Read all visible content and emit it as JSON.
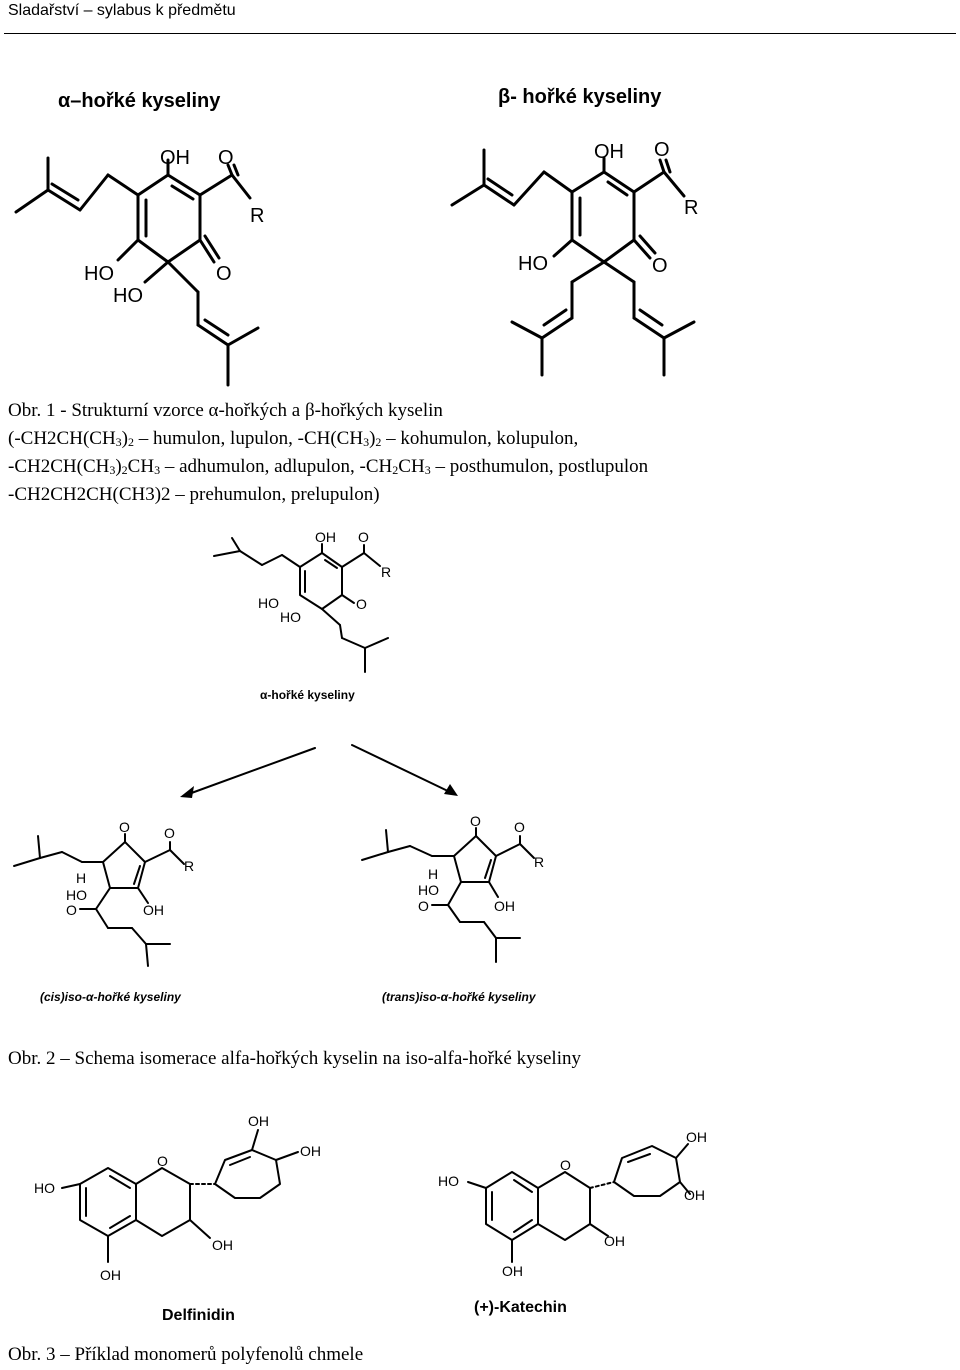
{
  "header": {
    "title": "Sladařství – sylabus k předmětu"
  },
  "figure1": {
    "alpha_title": "α–hořké kyseliny",
    "beta_title": "β- hořké kyseliny",
    "labels": {
      "oh": "OH",
      "o": "O",
      "r": "R",
      "ho": "HO"
    },
    "caption": {
      "l1": "Obr. 1 - Strukturní vzorce α-hořkých a β-hořkých kyselin",
      "l2a": "(-CH2CH(CH",
      "l2b": "3",
      "l2c": ")",
      "l2d": "2",
      "l2e": " – humulon, lupulon, -CH(CH",
      "l2f": "3",
      "l2g": ")",
      "l2h": "2",
      "l2i": " – kohumulon, kolupulon,",
      "l3a": "-CH2CH(CH",
      "l3b": "3",
      "l3c": ")",
      "l3d": "2",
      "l3e": "CH",
      "l3f": "3",
      "l3g": " – adhumulon, adlupulon, -CH",
      "l3h": "2",
      "l3i": "CH",
      "l3j": "3",
      "l3k": " – posthumulon, postlupulon",
      "l4": "-CH2CH2CH(CH3)2 – prehumulon,  prelupulon)"
    }
  },
  "figure2": {
    "top_title": "α-hořké kyseliny",
    "cis_title": "(cis)iso-α-hořké kyseliny",
    "trans_title": "(trans)iso-α-hořké kyseliny",
    "labels": {
      "oh": "OH",
      "o": "O",
      "r": "R",
      "ho": "HO",
      "h": "H"
    },
    "caption": "Obr. 2 – Schema isomerace alfa-hořkých kyselin na iso-alfa-hořké kyseliny"
  },
  "figure3": {
    "left_title": "Delfinidin",
    "right_title": "(+)-Katechin",
    "labels": {
      "oh": "OH",
      "ho": "HO",
      "o": "O"
    },
    "caption": "Obr. 3 – Příklad monomerů polyfenolů chmele"
  }
}
